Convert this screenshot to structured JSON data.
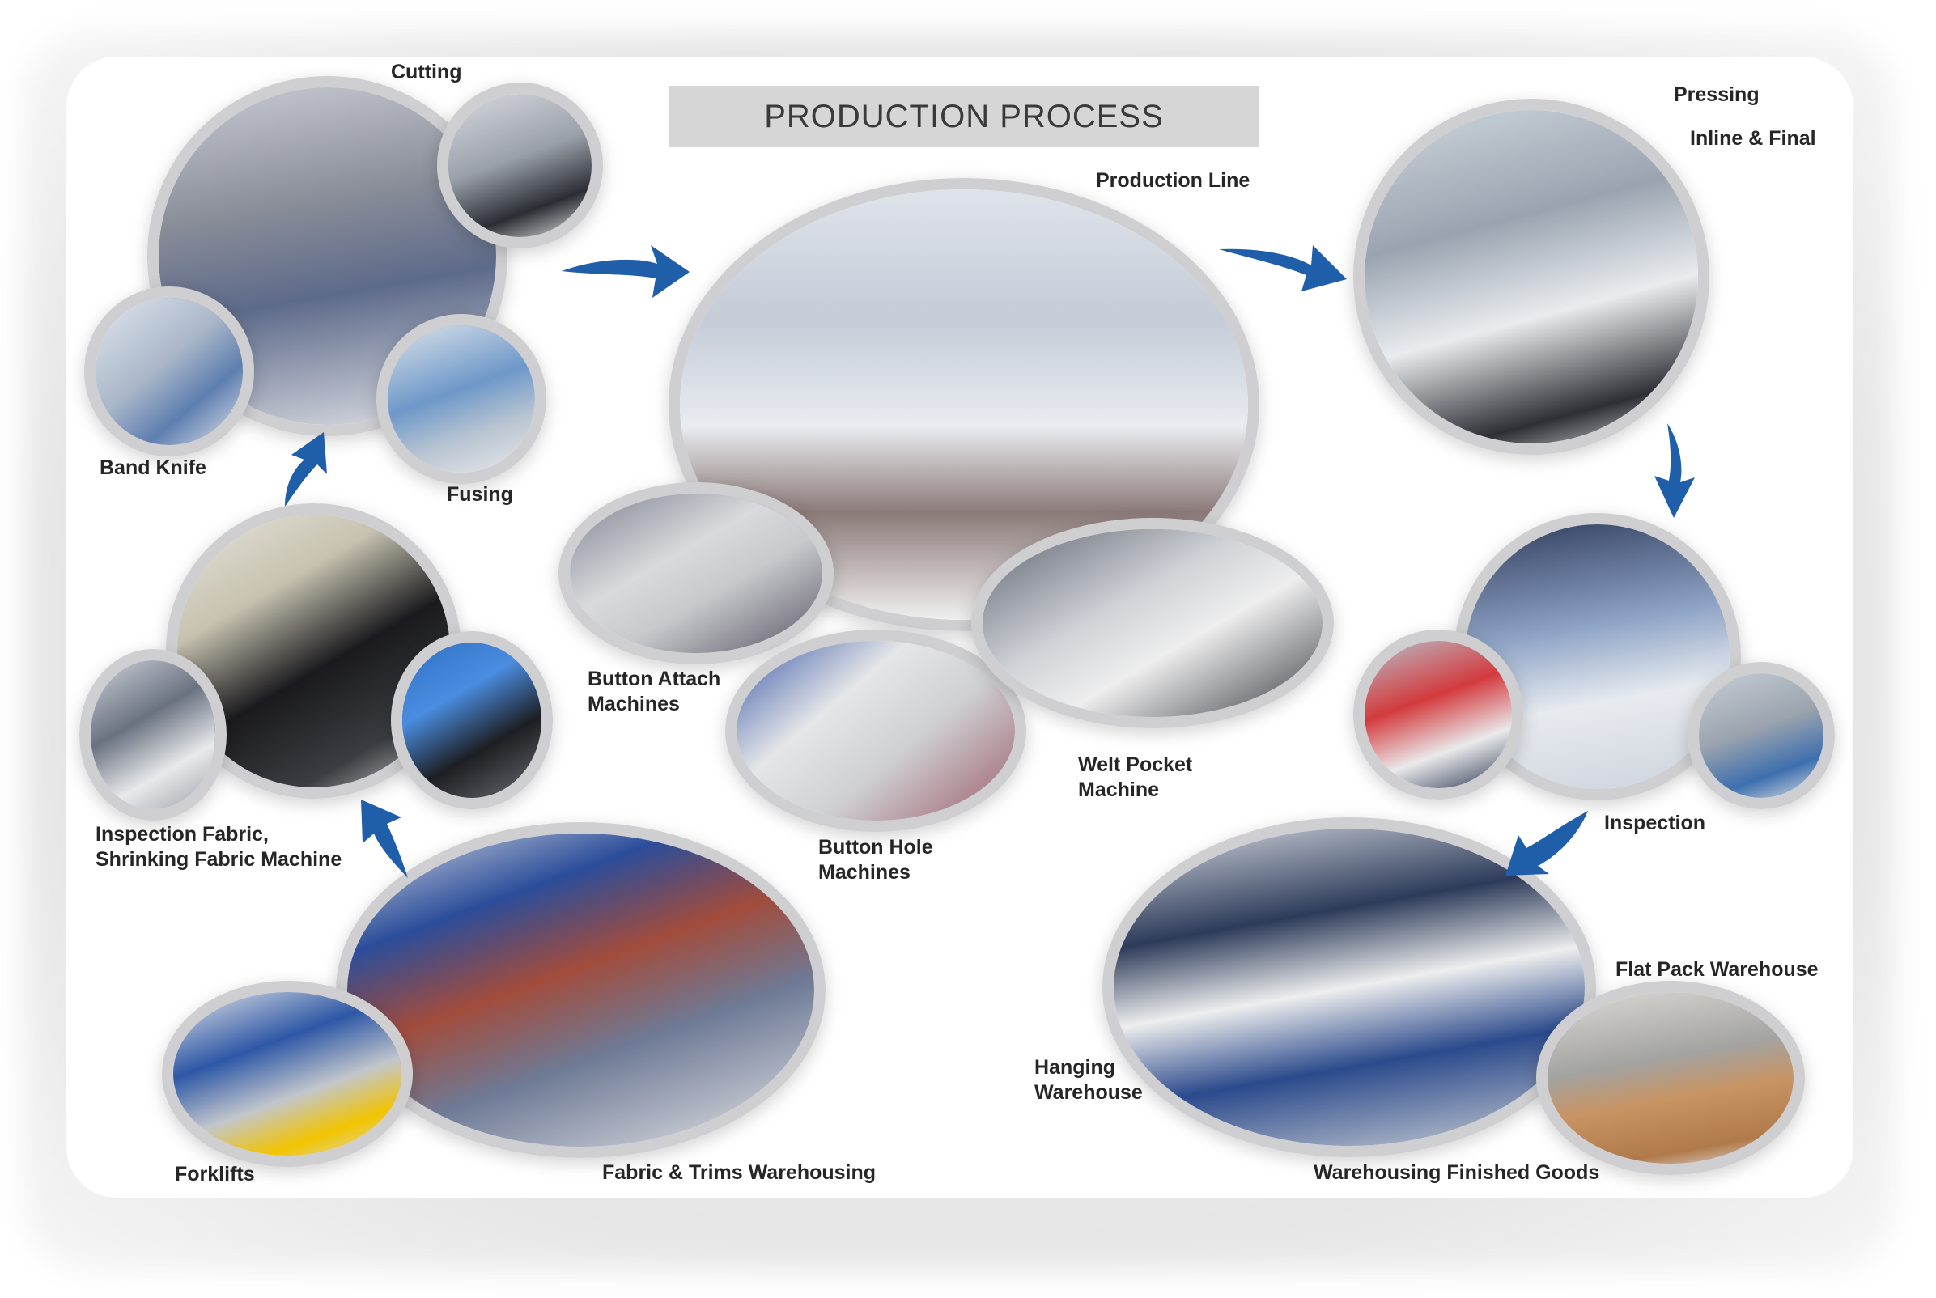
{
  "title": "PRODUCTION PROCESS",
  "labels": {
    "cutting": "Cutting",
    "band_knife": "Band Knife",
    "fusing": "Fusing",
    "production_line": "Production Line",
    "pressing": "Pressing",
    "inline_final": "Inline & Final",
    "button_attach_1": "Button Attach",
    "button_attach_2": "Machines",
    "button_hole_1": "Button Hole",
    "button_hole_2": "Machines",
    "welt_pocket_1": "Welt Pocket",
    "welt_pocket_2": "Machine",
    "inspection_fabric_1": "Inspection Fabric,",
    "inspection_fabric_2": "Shrinking Fabric Machine",
    "inspection": "Inspection",
    "forklifts": "Forklifts",
    "fabric_trims": "Fabric & Trims Warehousing",
    "hanging_1": "Hanging",
    "hanging_2": "Warehouse",
    "flat_pack": "Flat Pack Warehouse",
    "finished_goods": "Warehousing Finished Goods"
  },
  "colors": {
    "arrow": "#1f5ea8",
    "title_bar": "#d6d6d7",
    "photo_border": "#cfcfd1"
  }
}
